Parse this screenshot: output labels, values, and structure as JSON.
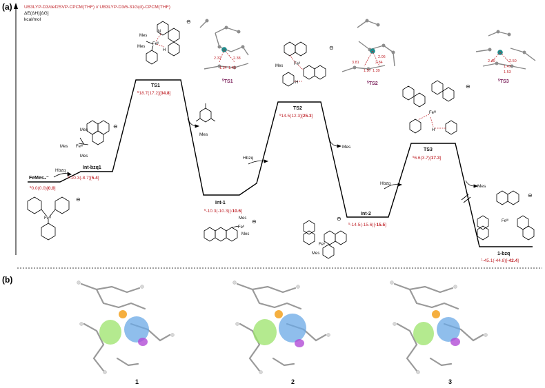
{
  "panel_a": "(a)",
  "panel_b": "(b)",
  "method": "UB3LYP-D3/def2SVP-CPCM(THF) // UB3LYP-D3/6-31G(d)-CPCM(THF)",
  "energy_label": "ΔE(ΔH)[ΔG]",
  "energy_unit": "kcal/mol",
  "states": [
    {
      "id": "femes3",
      "name": "FeMes₃⁻",
      "sup": "5",
      "val": "0.0(0.0)",
      "g": "0.0"
    },
    {
      "id": "int-bzq1",
      "name": "Int-bzq1",
      "sup": "5",
      "val": "-10.3(-8.7)",
      "g": "5.4"
    },
    {
      "id": "ts1",
      "name": "TS1",
      "sup": "5",
      "val": "18.7(17.2)",
      "g": "34.8"
    },
    {
      "id": "int-1",
      "name": "Int-1",
      "sup": "5",
      "val": "-10.3(-10.3)",
      "g": "-10.6"
    },
    {
      "id": "ts2",
      "name": "TS2",
      "sup": "5",
      "val": "14.5(12.3)",
      "g": "25.3"
    },
    {
      "id": "int-2",
      "name": "Int-2",
      "sup": "5",
      "val": "-14.5(-15.6)",
      "g": "-15.5"
    },
    {
      "id": "ts3",
      "name": "TS3",
      "sup": "5",
      "val": "6.6(3.7)",
      "g": "17.3"
    },
    {
      "id": "1-bzq",
      "name": "1-bzq",
      "sup": "1",
      "val": "-45.1(-44.8)",
      "g": "-42.4"
    }
  ],
  "reagents": {
    "hbzq1": "Hbzq",
    "hbzq2": "Hbzq",
    "hbzq3": "Hbzq",
    "mes1": "Mes",
    "mes2": "Mes",
    "mes3": "Mes"
  },
  "struct_labels": {
    "sts1": "TS1",
    "sts2": "TS2",
    "sts3": "TS3",
    "sup": "5"
  },
  "mol": {
    "mes": "Mes",
    "fe2": "Feᴵᴵ",
    "fe3": "Feᴵᴵᴵ",
    "n": "N",
    "h": "H",
    "charge": "⊖"
  },
  "ts1_dist": [
    "2.32",
    "2.38",
    "1.34",
    "1.49"
  ],
  "ts2_dist": [
    "3.81",
    "2.84",
    "2.06",
    "1.57",
    "1.39"
  ],
  "ts3_dist": [
    "2.49",
    "2.50",
    "1.47",
    "1.53"
  ],
  "orbitals": [
    "1",
    "2",
    "3"
  ]
}
